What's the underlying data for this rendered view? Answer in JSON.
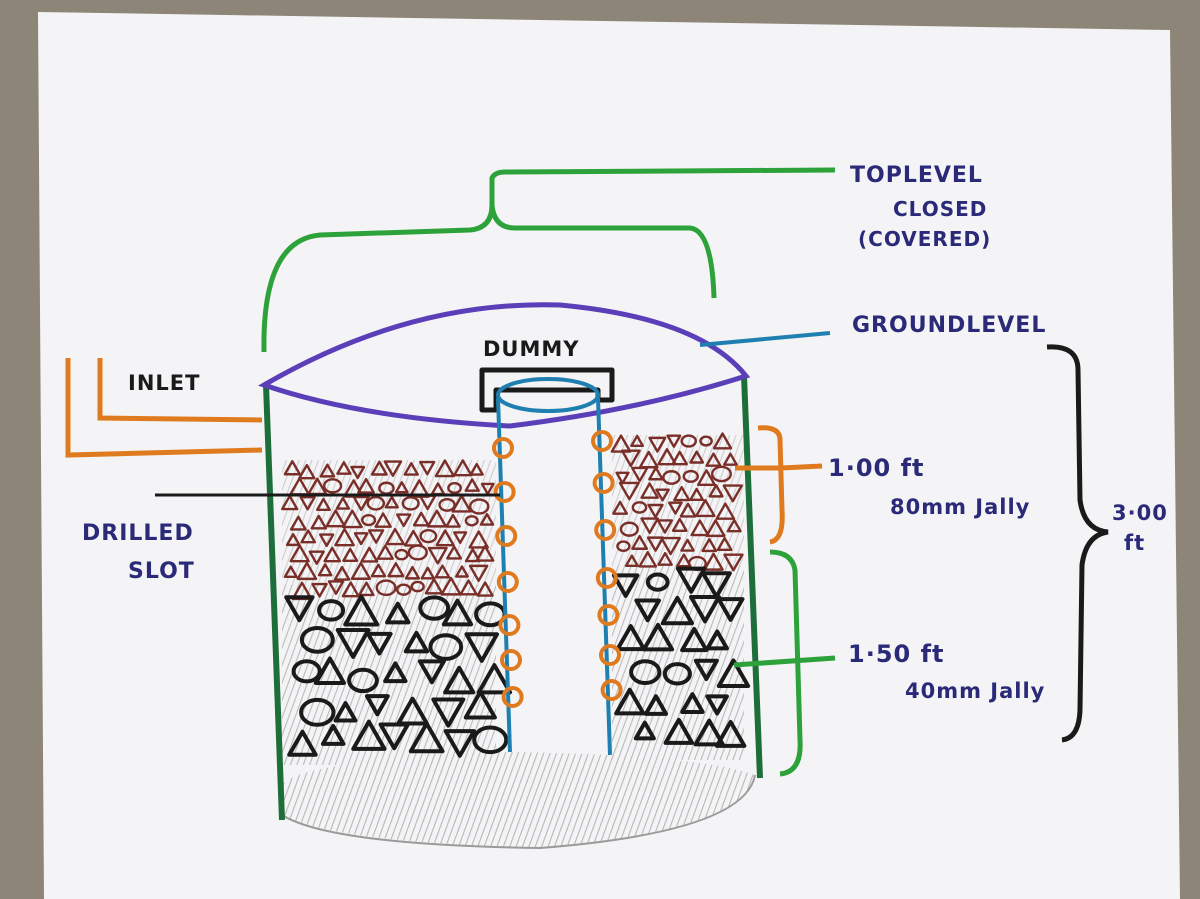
{
  "labels": {
    "top_level_1": "TOPLEVEL",
    "top_level_2": "CLOSED",
    "top_level_3": "(COVERED)",
    "ground_level": "GROUNDLEVEL",
    "dummy": "DUMMY",
    "inlet": "INLET",
    "drilled_1": "DRILLED",
    "drilled_2": "SLOT",
    "upper_height": "1·00 ft",
    "upper_media": "80mm Jally",
    "lower_height": "1·50 ft",
    "lower_media": "40mm Jally",
    "total_1": "3·00",
    "total_2": "ft"
  },
  "colors": {
    "paper": "#f4f4f6",
    "table": "#8d8578",
    "ink_blue": "#2a2a78",
    "ink_black": "#1a1a1a",
    "green": "#2ea23a",
    "dark_green": "#1d6e3a",
    "purple": "#5a3fb8",
    "cyan": "#1f7fb0",
    "orange": "#e07a1f",
    "brown": "#7a2e28",
    "pencil": "#9a9a9a"
  }
}
